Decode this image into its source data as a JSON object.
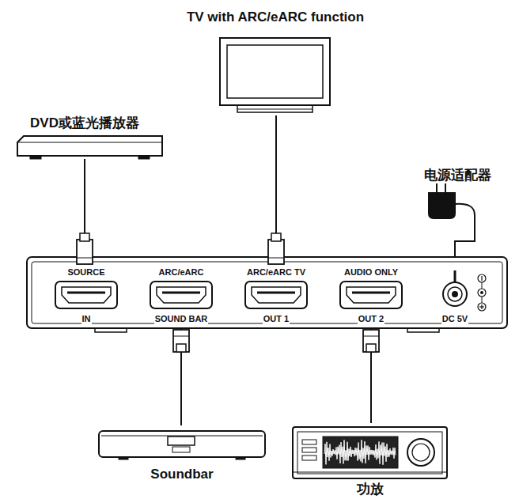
{
  "diagram": {
    "nodes": [
      {
        "text": [
          "TV with ARC/eARC function"
        ]
      },
      {
        "text": [
          "DVD或蓝光播放器"
        ]
      },
      {
        "text": [
          "电源适配器"
        ]
      },
      {
        "text": [
          "SOURCE",
          "IN"
        ]
      },
      {
        "text": [
          "ARC/eARC",
          "SOUND BAR"
        ]
      },
      {
        "text": [
          "ARC/eARC TV",
          "OUT 1"
        ]
      },
      {
        "text": [
          "AUDIO ONLY",
          "OUT 2"
        ]
      },
      {
        "text": [
          "DC 5V"
        ]
      },
      {
        "text": [
          "Soundbar"
        ]
      },
      {
        "text": [
          "功放"
        ]
      }
    ],
    "edges": [
      {
        "from": 1,
        "to": 3,
        "arrow": "none"
      },
      {
        "from": 0,
        "to": 5,
        "arrow": "none"
      },
      {
        "from": 2,
        "to": 7,
        "arrow": "none"
      },
      {
        "from": 4,
        "to": 8,
        "arrow": "none"
      },
      {
        "from": 6,
        "to": 9,
        "arrow": "none"
      }
    ]
  }
}
